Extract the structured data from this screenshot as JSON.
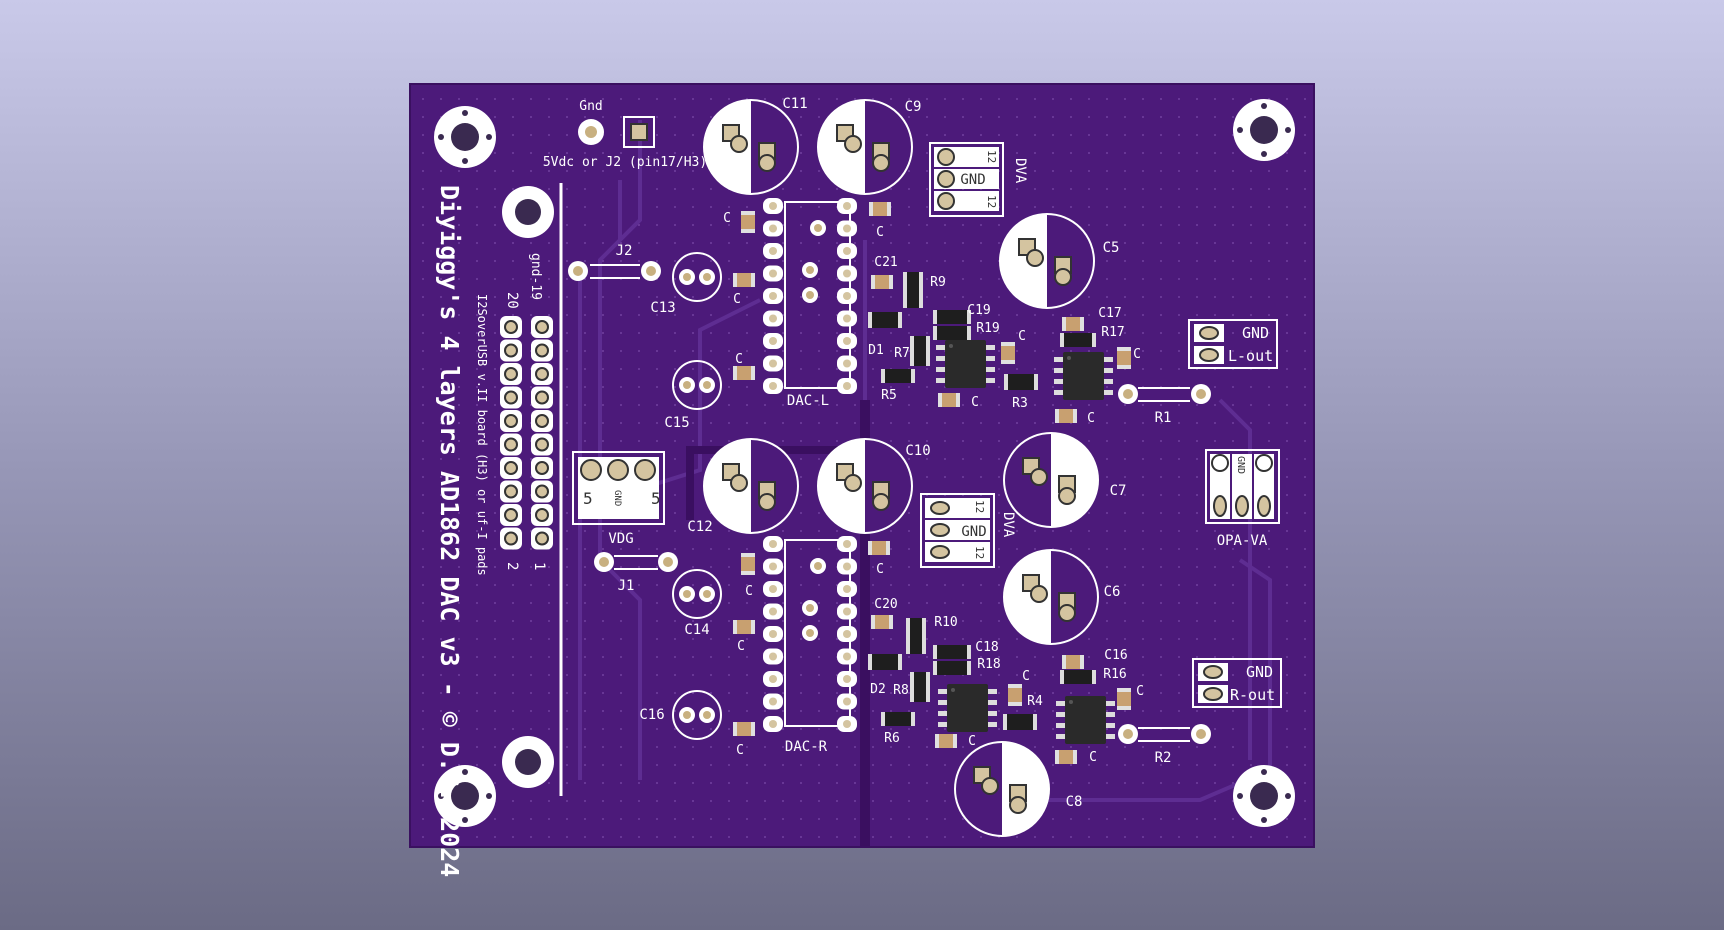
{
  "board": {
    "title_line": "Diyiggy's 4 layers AD1862 DAC v3 -  © D.G.  2024",
    "colors": {
      "substrate": "#4c1a7a",
      "copper": "#5a2a8c",
      "silk": "#ffffff",
      "pad": "#d4c4a0",
      "bg_top": "#c9c9e9",
      "bg_bottom": "#6b6b85"
    }
  },
  "labels": {
    "gnd": "Gnd",
    "power_note": "5Vdc or J2 (pin17/H3)",
    "header_top": "gnd-19",
    "header_note": "I2SoverUSB v.II board (H3) or uf-I pads",
    "pin20": "20",
    "pin2": "2",
    "pin1": "1",
    "vdg": "VDG",
    "vdg_5a": "5",
    "vdg_gnd": "GND",
    "vdg_5b": "5",
    "dva_top": "DVA",
    "dva_bottom": "DVA",
    "dva_12a": "12",
    "dva_gnd": "GND",
    "dva_12b": "12",
    "lout_gnd": "GND",
    "lout": "L-out",
    "rout_gnd": "GND",
    "rout": "R-out",
    "opa_va": "OPA-VA",
    "opa_gnd": "GND",
    "dac_l": "DAC-L",
    "dac_r": "DAC-R",
    "c": "C"
  },
  "refdes": {
    "C11": "C11",
    "C9": "C9",
    "C5": "C5",
    "C10": "C10",
    "C12": "C12",
    "C7": "C7",
    "C6": "C6",
    "C8": "C8",
    "C13": "C13",
    "C14": "C14",
    "C15": "C15",
    "C16": "C16",
    "C17": "C17",
    "C18": "C18",
    "C19": "C19",
    "C20": "C20",
    "C21": "C21",
    "C16b": "C16",
    "J1": "J1",
    "J2": "J2",
    "D1": "D1",
    "D2": "D2",
    "R1": "R1",
    "R2": "R2",
    "R3": "R3",
    "R4": "R4",
    "R5": "R5",
    "R6": "R6",
    "R7": "R7",
    "R8": "R8",
    "R9": "R9",
    "R10": "R10",
    "R16": "R16",
    "R17": "R17",
    "R18": "R18",
    "R19": "R19"
  }
}
